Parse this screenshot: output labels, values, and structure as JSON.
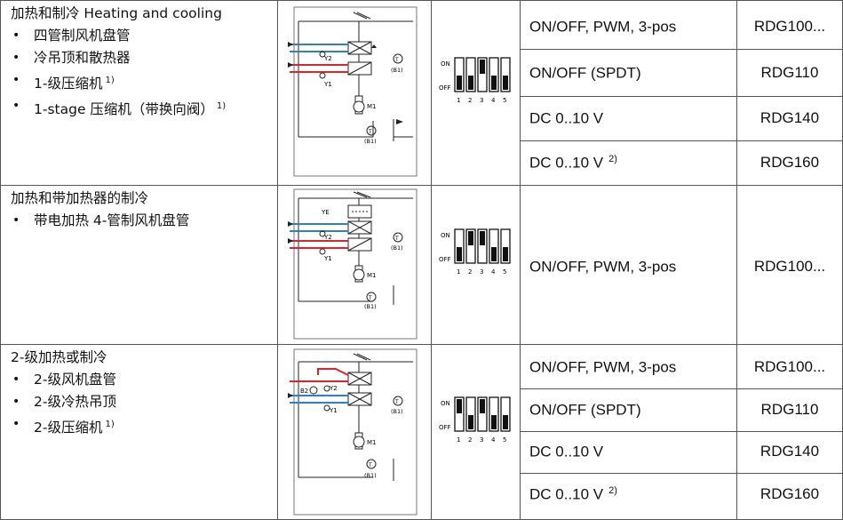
{
  "rows": [
    {
      "title": "加热和制冷 Heating and cooling",
      "bullets": [
        {
          "text": "四管制风机盘管",
          "note": ""
        },
        {
          "text": "冷吊顶和散热器",
          "note": ""
        },
        {
          "text": "1-级压缩机",
          "note": "1)"
        },
        {
          "text": "1-stage 压缩机（带换向阀）",
          "note": "1)"
        }
      ],
      "diagram_labels": {
        "y_top": "Y2",
        "y_bottom": "Y1",
        "motor": "M1",
        "sensor_top": "(B1)",
        "sensor_bottom": "(B1)",
        "t": "T"
      },
      "dip": {
        "on_label": "ON",
        "off_label": "OFF",
        "numbers": [
          "1",
          "2",
          "3",
          "4",
          "5"
        ],
        "states": [
          "off",
          "off",
          "on",
          "off",
          "off"
        ]
      },
      "modes": [
        {
          "signal": "ON/OFF, PWM, 3-pos",
          "note": "",
          "model": "RDG100..."
        },
        {
          "signal": "ON/OFF (SPDT)",
          "note": "",
          "model": "RDG110"
        },
        {
          "signal": "DC 0..10 V",
          "note": "",
          "model": "RDG140"
        },
        {
          "signal": "DC 0..10 V",
          "note": "2)",
          "model": "RDG160"
        }
      ]
    },
    {
      "title": "加热和带加热器的制冷",
      "bullets": [
        {
          "text": "带电加热 4-管制风机盘管",
          "note": ""
        }
      ],
      "diagram_labels": {
        "ye": "YE",
        "y_top": "Y2",
        "y_bottom": "Y1",
        "motor": "M1",
        "sensor_top": "(B1)",
        "sensor_bottom": "(B1)",
        "t": "T"
      },
      "dip": {
        "on_label": "ON",
        "off_label": "OFF",
        "numbers": [
          "1",
          "2",
          "3",
          "4",
          "5"
        ],
        "states": [
          "off",
          "on",
          "on",
          "off",
          "off"
        ]
      },
      "modes": [
        {
          "signal": "ON/OFF, PWM, 3-pos",
          "note": "",
          "model": "RDG100..."
        }
      ]
    },
    {
      "title": "2-级加热或制冷",
      "bullets": [
        {
          "text": "2-级风机盘管",
          "note": ""
        },
        {
          "text": "2-级冷热吊顶",
          "note": ""
        },
        {
          "text": "2-级压缩机",
          "note": "1)"
        }
      ],
      "diagram_labels": {
        "b2": "B2",
        "y_top": "Y2",
        "y_bottom": "Y1",
        "motor": "M1",
        "sensor_top": "(B1)",
        "sensor_bottom": "(B1)",
        "t": "T"
      },
      "dip": {
        "on_label": "ON",
        "off_label": "OFF",
        "numbers": [
          "1",
          "2",
          "3",
          "4",
          "5"
        ],
        "states": [
          "on",
          "off",
          "on",
          "off",
          "off"
        ]
      },
      "modes": [
        {
          "signal": "ON/OFF, PWM, 3-pos",
          "note": "",
          "model": "RDG100..."
        },
        {
          "signal": "ON/OFF (SPDT)",
          "note": "",
          "model": "RDG110"
        },
        {
          "signal": "DC 0..10 V",
          "note": "",
          "model": "RDG140"
        },
        {
          "signal": "DC 0..10 V",
          "note": "2)",
          "model": "RDG160"
        }
      ]
    }
  ],
  "colors": {
    "water_blue": "#2f7fc8",
    "water_red": "#d9262c",
    "line": "#555555",
    "dip_on": "#111111"
  }
}
